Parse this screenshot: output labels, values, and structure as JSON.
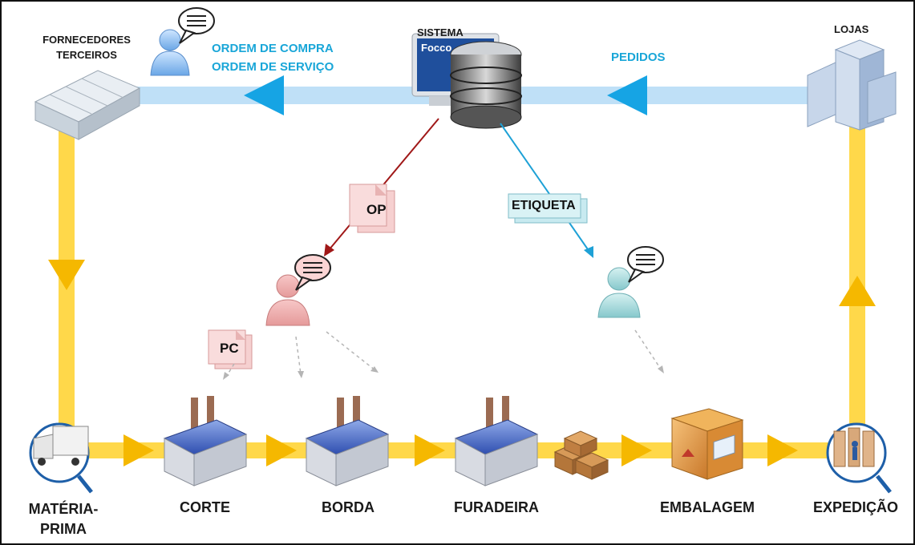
{
  "nodes": {
    "suppliers": "FORNECEDORES\nTERCEIROS",
    "system": "SISTEMA",
    "system_screen": "Focco",
    "stores": "LOJAS",
    "raw_material": "MATÉRIA-\nPRIMA",
    "cut": "CORTE",
    "edge": "BORDA",
    "drill": "FURADEIRA",
    "packing": "EMBALAGEM",
    "shipping": "EXPEDIÇÃO"
  },
  "flows": {
    "purchase_order": "ORDEM DE COMPRA",
    "service_order": "ORDEM DE SERVIÇO",
    "orders": "PEDIDOS"
  },
  "documents": {
    "op": "OP",
    "pc": "PC",
    "label": "ETIQUETA"
  },
  "colors": {
    "flow_yellow": "#ffd84a",
    "flow_blue": "#bfe0f7",
    "arrow_blue": "#16a4e4",
    "op_line": "#a01818",
    "label_line": "#1ea1d6",
    "text_blue": "#19a6d8"
  }
}
